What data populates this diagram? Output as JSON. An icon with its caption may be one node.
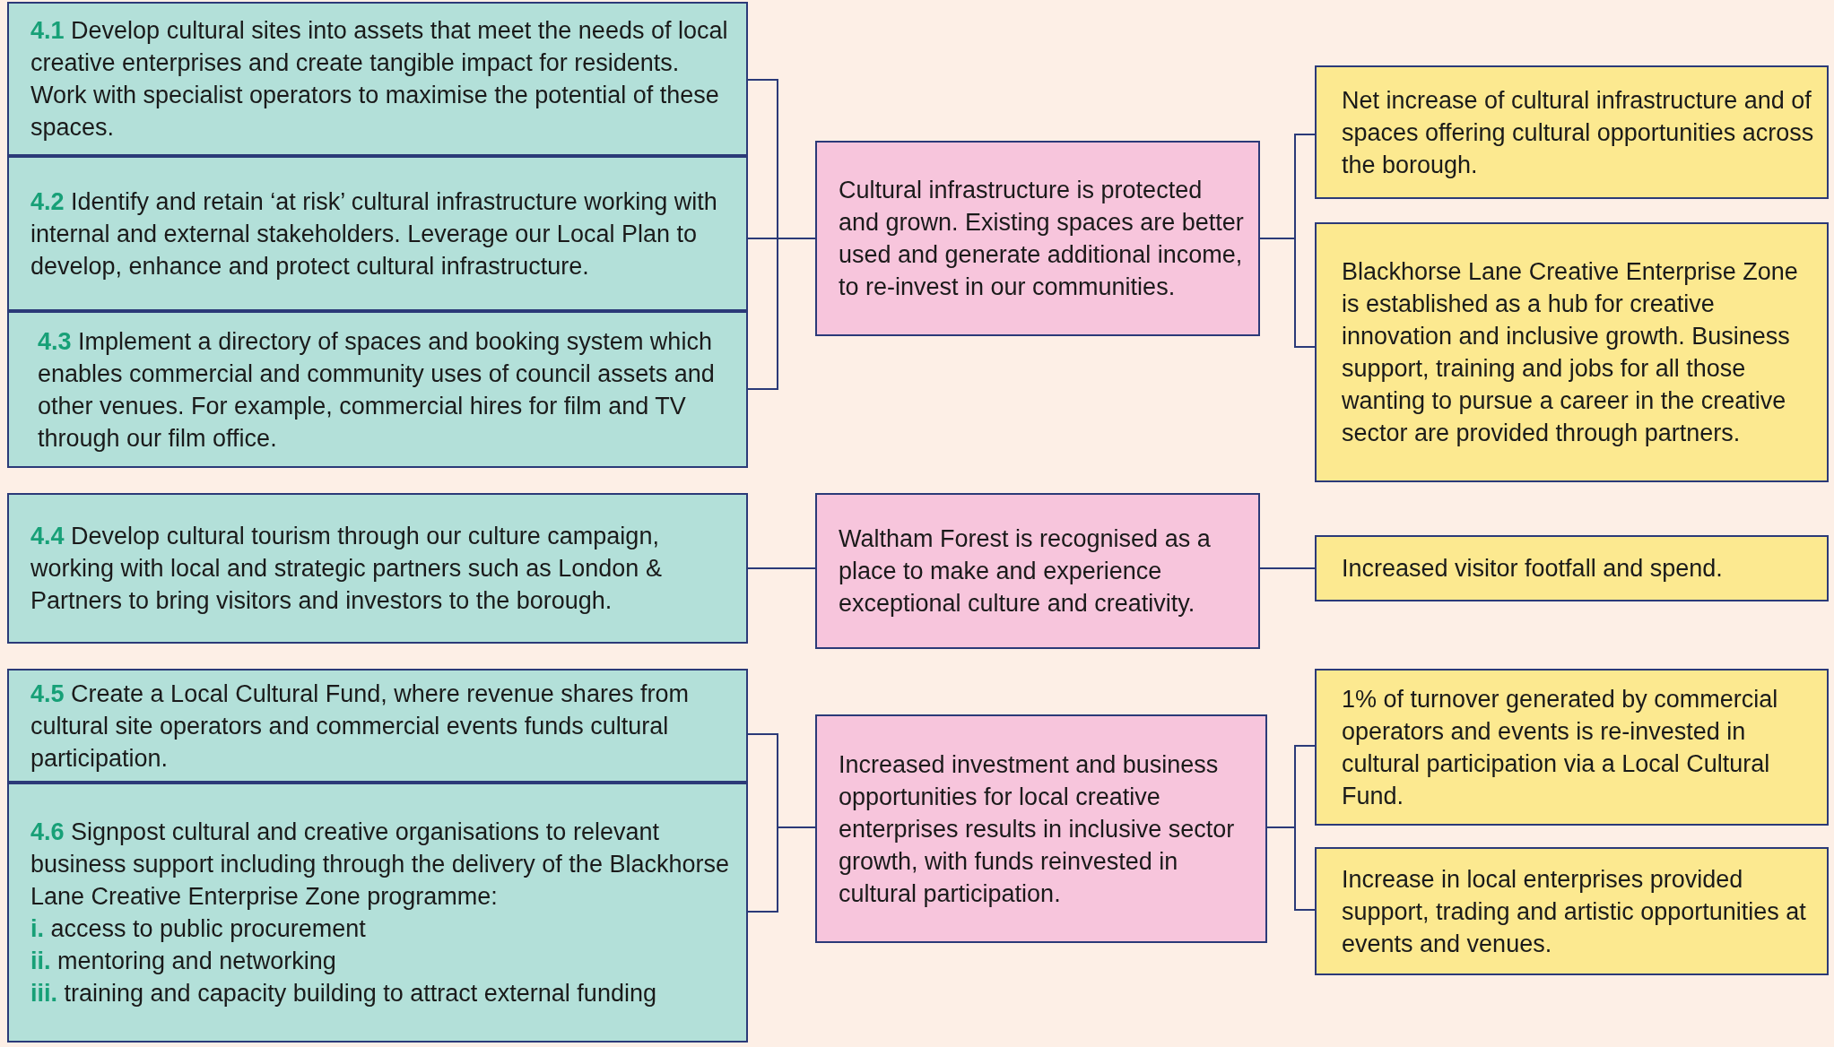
{
  "diagram": {
    "nodes": [
      {
        "text": [
          "4.1",
          "Develop cultural sites into assets that meet the needs of local creative enterprises and create tangible impact for residents. Work with specialist operators to maximise the potential of these spaces."
        ]
      },
      {
        "text": [
          "4.2",
          "Identify and retain ‘at risk’ cultural infrastructure working with internal and external stakeholders. Leverage our Local Plan to develop, enhance and protect cultural infrastructure."
        ]
      },
      {
        "text": [
          "4.3",
          "Implement a directory of spaces and booking system which enables commercial and community uses of council assets and other venues. For example, commercial hires for film and TV through our film office."
        ]
      },
      {
        "text": [
          "4.4",
          "Develop cultural tourism through our culture campaign, working with local and strategic partners such as London & Partners to bring visitors and investors to the borough."
        ]
      },
      {
        "text": [
          "4.5",
          "Create a Local Cultural Fund, where revenue shares from cultural site operators and commercial events funds cultural participation."
        ]
      },
      {
        "text": [
          "4.6",
          "Signpost cultural and creative organisations to relevant business support including through the delivery of the Blackhorse Lane Creative Enterprise Zone programme:",
          "i.",
          "access to public procurement",
          "ii.",
          "mentoring and networking",
          "iii.",
          "training and capacity building to attract external funding"
        ]
      },
      {
        "text": [
          "Cultural infrastructure is protected and grown. Existing spaces are better used and generate additional income, to re-invest in our communities."
        ]
      },
      {
        "text": [
          "Waltham Forest is recognised as a place to make and experience exceptional culture and creativity."
        ]
      },
      {
        "text": [
          "Increased investment and business opportunities for local creative enterprises results in inclusive sector growth, with funds reinvested in cultural participation."
        ]
      },
      {
        "text": [
          "Net increase of cultural infrastructure and of spaces offering cultural opportunities across the borough."
        ]
      },
      {
        "text": [
          "Blackhorse Lane Creative Enterprise Zone is established as a hub for creative innovation and inclusive growth. Business support, training and jobs for all those wanting to pursue a career in the creative sector are provided through partners."
        ]
      },
      {
        "text": [
          "Increased visitor footfall and spend."
        ]
      },
      {
        "text": [
          "1% of turnover generated by commercial operators and events is re-invested in cultural participation via a Local Cultural Fund."
        ]
      },
      {
        "text": [
          "Increase in local enterprises provided support, trading and artistic opportunities at events and venues."
        ]
      }
    ],
    "edges": [
      {
        "from": 0,
        "to": 6,
        "arrow": "none"
      },
      {
        "from": 1,
        "to": 6,
        "arrow": "none"
      },
      {
        "from": 2,
        "to": 6,
        "arrow": "none"
      },
      {
        "from": 3,
        "to": 7,
        "arrow": "none"
      },
      {
        "from": 4,
        "to": 8,
        "arrow": "none"
      },
      {
        "from": 5,
        "to": 8,
        "arrow": "none"
      },
      {
        "from": 6,
        "to": 9,
        "arrow": "none"
      },
      {
        "from": 6,
        "to": 10,
        "arrow": "none"
      },
      {
        "from": 7,
        "to": 11,
        "arrow": "none"
      },
      {
        "from": 8,
        "to": 12,
        "arrow": "none"
      },
      {
        "from": 8,
        "to": 13,
        "arrow": "none"
      }
    ]
  }
}
